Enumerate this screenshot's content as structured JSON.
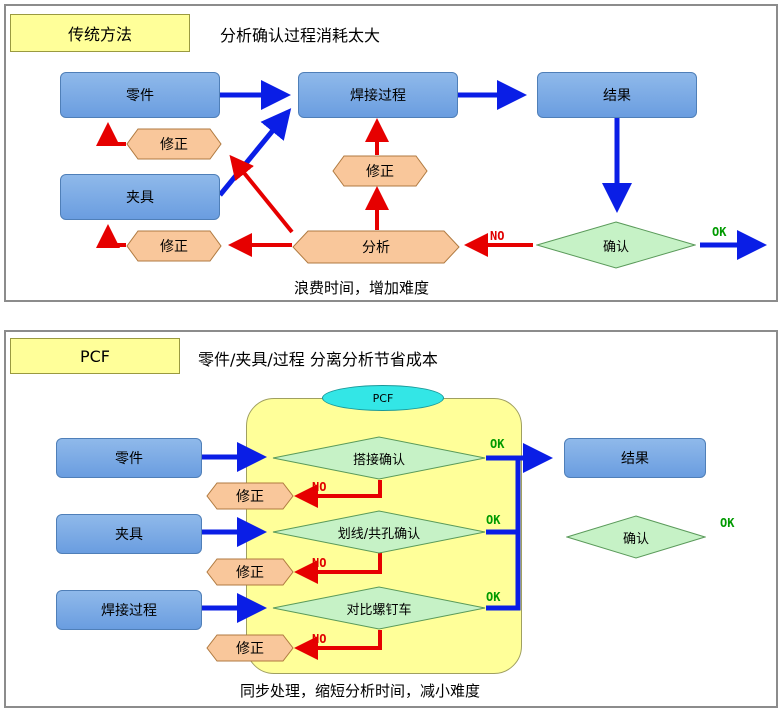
{
  "top": {
    "title": "传统方法",
    "heading": "分析确认过程消耗太大",
    "parts": "零件",
    "weld": "焊接过程",
    "result": "结果",
    "fixture": "夹具",
    "fix1": "修正",
    "fix2": "修正",
    "fix3": "修正",
    "analysis": "分析",
    "confirm": "确认",
    "no": "NO",
    "ok": "OK",
    "note": "浪费时间，增加难度"
  },
  "bottom": {
    "title": "PCF",
    "heading": "零件/夹具/过程 分离分析节省成本",
    "pcf_label": "PCF",
    "parts": "零件",
    "fixture": "夹具",
    "weld": "焊接过程",
    "check1": "搭接确认",
    "check2": "划线/共孔确认",
    "check3": "对比螺钉车",
    "fix1": "修正",
    "fix2": "修正",
    "fix3": "修正",
    "no1": "NO",
    "no2": "NO",
    "no3": "NO",
    "ok1": "OK",
    "ok2": "OK",
    "ok3": "OK",
    "result": "结果",
    "confirm": "确认",
    "ok_final": "OK",
    "note": "同步处理，缩短分析时间，减小难度"
  },
  "colors": {
    "blue_arrow": "#0a1ee6",
    "red_arrow": "#e60000",
    "box_fill": "#7eaee8",
    "hex_fill": "#f9c79b",
    "diamond_fill": "#c6f2c6",
    "title_fill": "#ffff99",
    "pcf_ellipse": "#33e6e6"
  }
}
